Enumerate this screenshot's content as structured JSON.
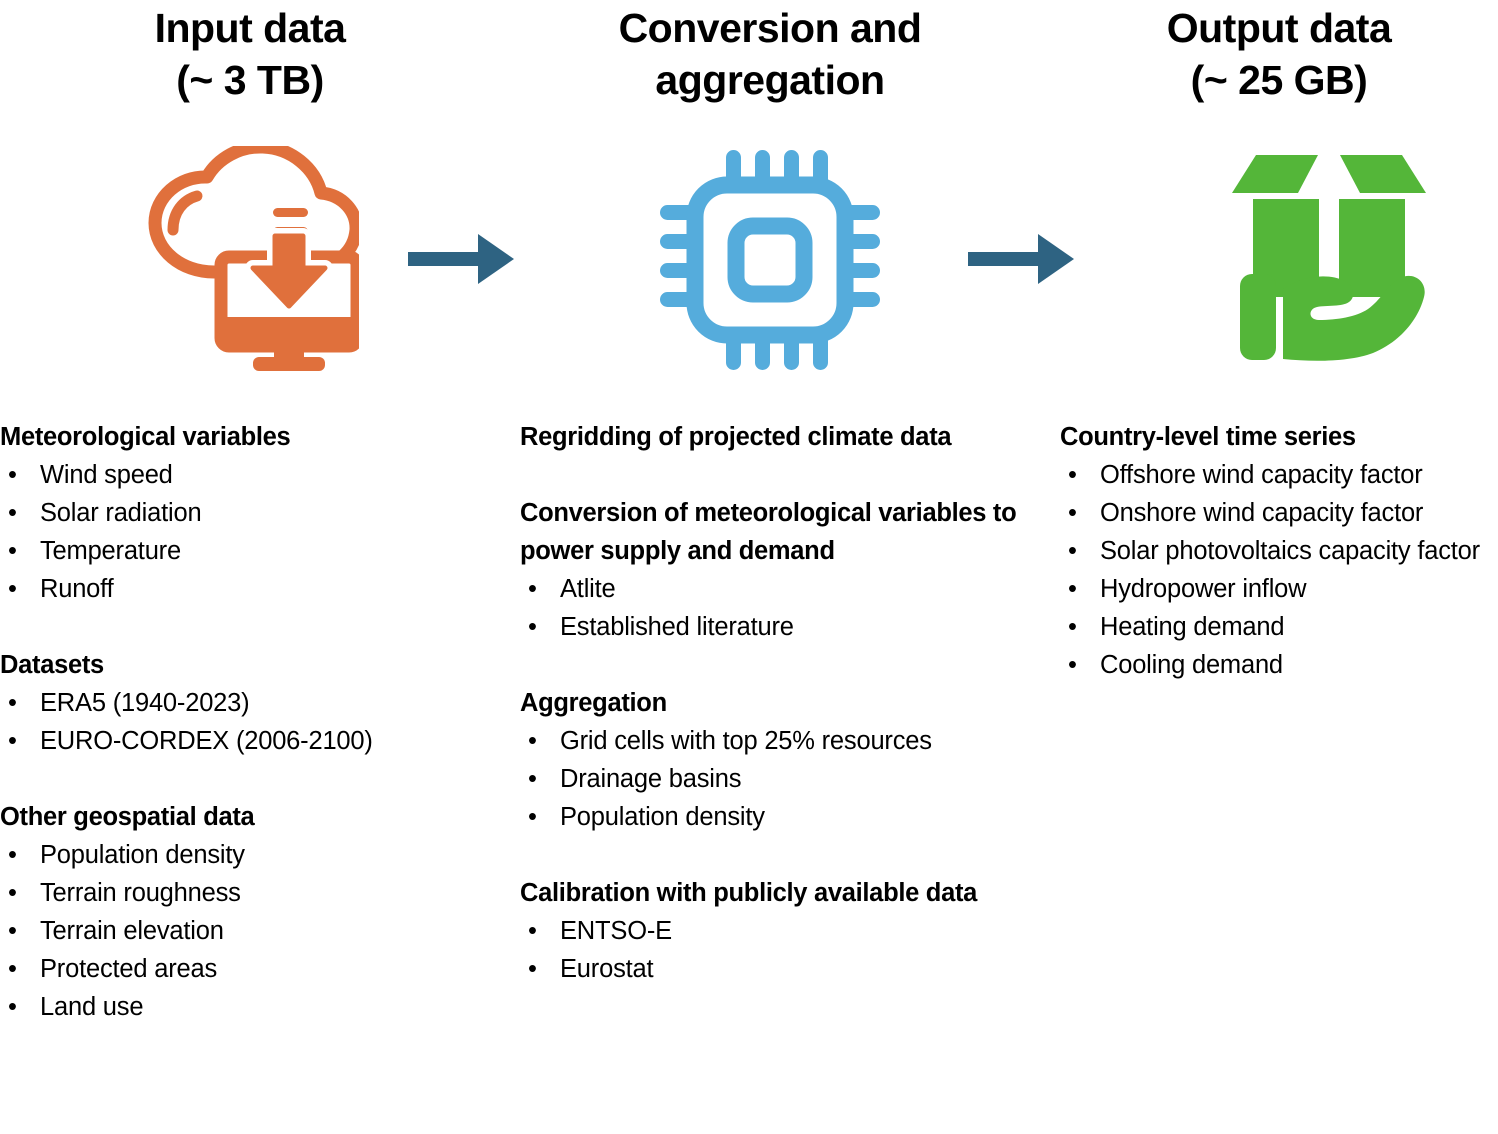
{
  "diagram": {
    "type": "three-stage-workflow",
    "colors": {
      "input_icon": "#E0703C",
      "process_icon": "#55ACDC",
      "output_icon": "#54B639",
      "arrow": "#2E6382",
      "text": "#000000",
      "background": "#FFFFFF"
    },
    "columns": [
      {
        "id": "input",
        "header_line1": "Input data",
        "header_line2": "(~ 3 TB)",
        "icon": "cloud-download-monitor-icon",
        "sections": [
          {
            "title": "Meteorological variables",
            "items": [
              "Wind speed",
              "Solar radiation",
              "Temperature",
              "Runoff"
            ]
          },
          {
            "title": "Datasets",
            "items": [
              "ERA5 (1940-2023)",
              "EURO-CORDEX (2006-2100)"
            ]
          },
          {
            "title": "Other geospatial data",
            "items": [
              "Population density",
              "Terrain roughness",
              "Terrain elevation",
              "Protected areas",
              "Land use"
            ]
          }
        ]
      },
      {
        "id": "conversion",
        "header_line1": "Conversion and",
        "header_line2": "aggregation",
        "icon": "cpu-chip-icon",
        "sections": [
          {
            "title": "Regridding of projected climate data",
            "items": []
          },
          {
            "title": "Conversion of meteorological variables to power supply and demand",
            "items": [
              "Atlite",
              "Established literature"
            ]
          },
          {
            "title": "Aggregation",
            "items": [
              "Grid cells with top 25% resources",
              "Drainage basins",
              "Population density"
            ]
          },
          {
            "title": "Calibration with publicly available data",
            "items": [
              "ENTSO-E",
              "Eurostat"
            ]
          }
        ]
      },
      {
        "id": "output",
        "header_line1": "Output data",
        "header_line2": "(~ 25 GB)",
        "icon": "open-box-hand-icon",
        "sections": [
          {
            "title": "Country-level time series",
            "items": [
              "Offshore wind capacity factor",
              "Onshore wind capacity factor",
              "Solar photovoltaics capacity factor",
              "Hydropower inflow",
              "Heating demand",
              "Cooling demand"
            ]
          }
        ]
      }
    ],
    "arrows": [
      {
        "id": "arrow-input-to-conversion",
        "direction": "right"
      },
      {
        "id": "arrow-conversion-to-output",
        "direction": "right"
      }
    ],
    "bullet_glyph": "•"
  }
}
